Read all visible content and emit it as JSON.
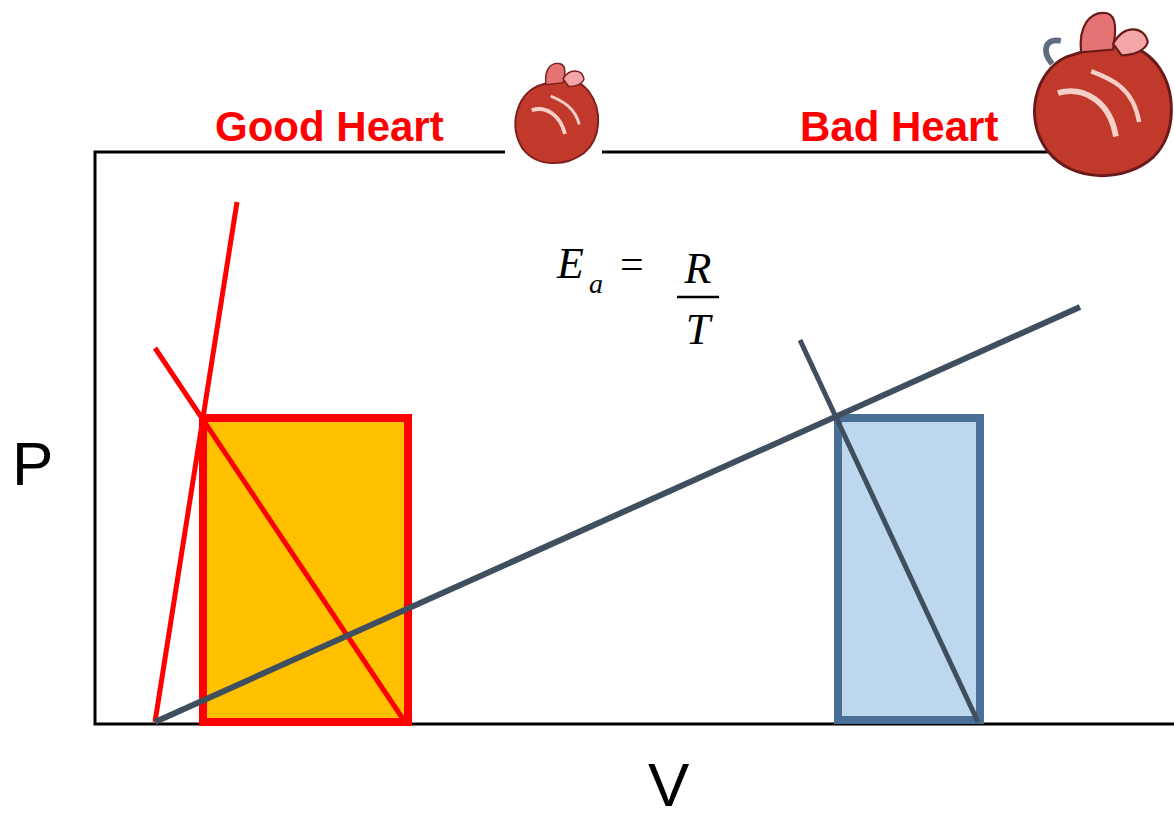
{
  "diagram": {
    "labels": [
      "Good Heart",
      "Bad Heart",
      "P",
      "V",
      "E",
      "a",
      "=",
      "R",
      "T"
    ]
  }
}
